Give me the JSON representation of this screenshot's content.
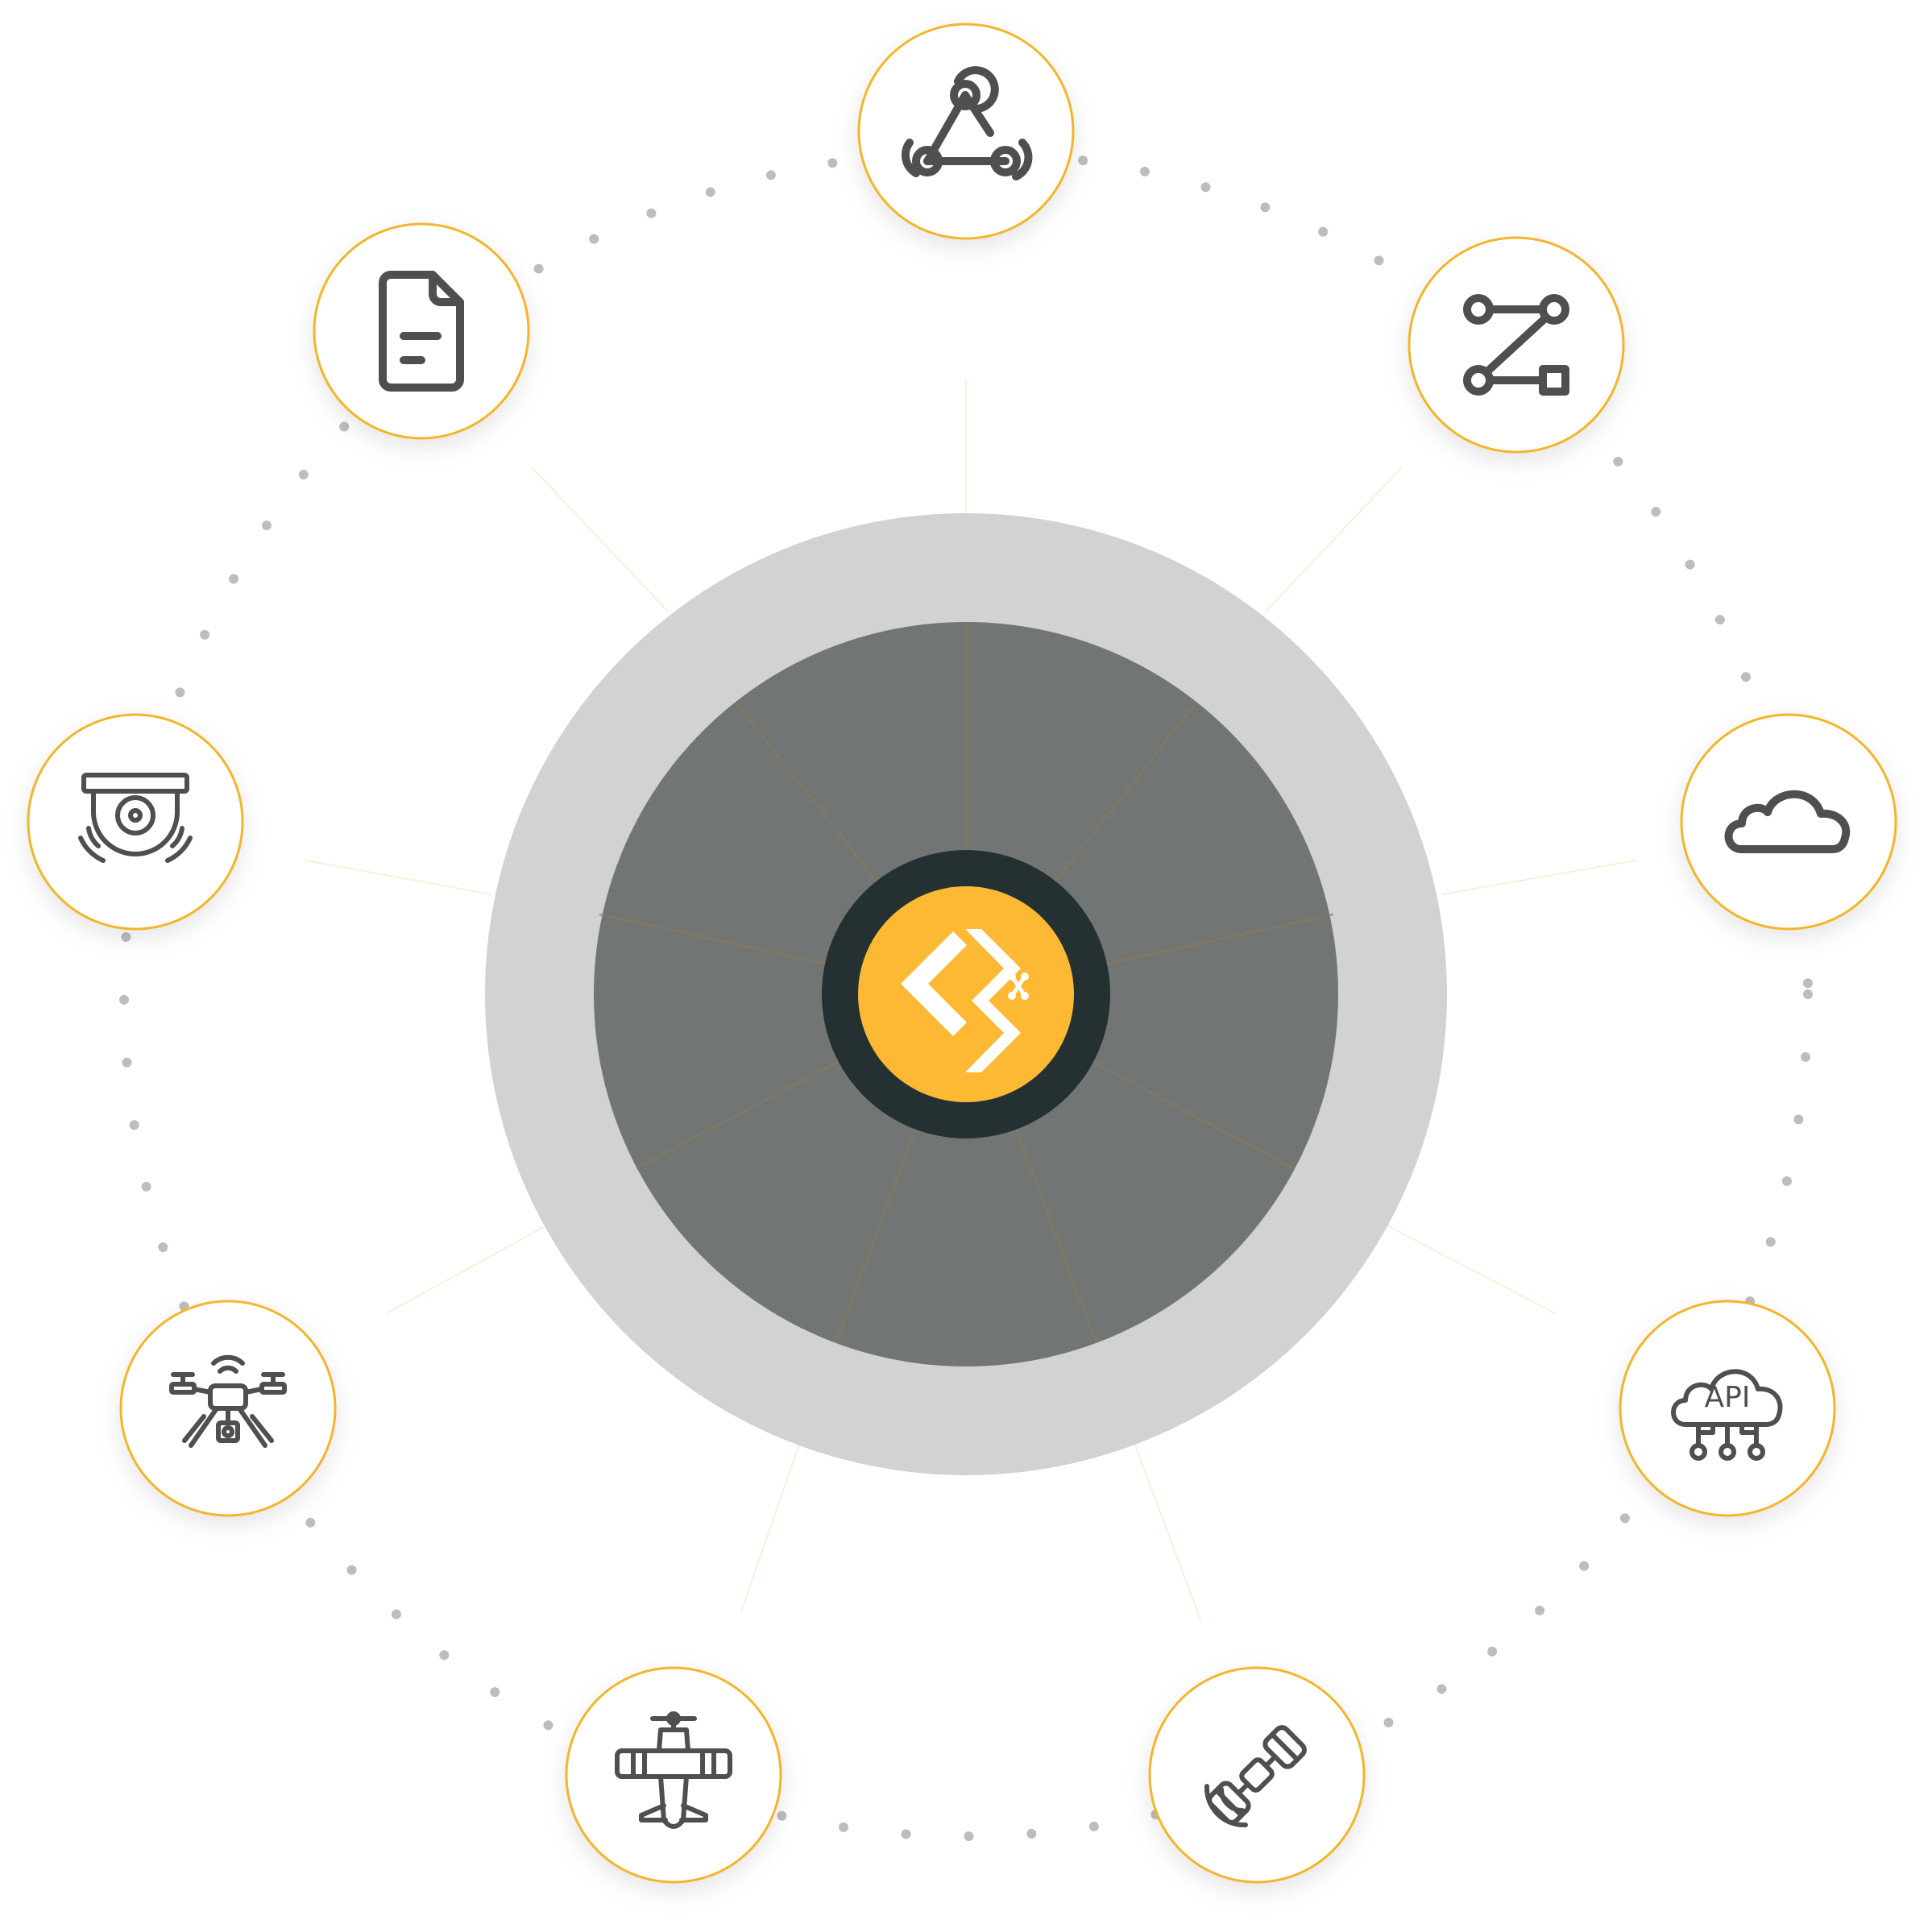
{
  "colors": {
    "accent": "#FDB933",
    "node_border": "#F3B52A",
    "icon_stroke": "#4F4F4F",
    "outer_ring": "#D1D2D1",
    "middle_disc": "#717674",
    "inner_ring": "#243032",
    "dots": "#BDBDBD",
    "spokes": "#8A7A5A"
  },
  "hub": {
    "logo_icon": "connector-logo-icon"
  },
  "nodes": [
    {
      "name": "node-webhook",
      "icon": "webhook-icon"
    },
    {
      "name": "node-workflow",
      "icon": "workflow-icon"
    },
    {
      "name": "node-cloud",
      "icon": "cloud-icon"
    },
    {
      "name": "node-api-cloud",
      "icon": "api-cloud-icon",
      "label": "API"
    },
    {
      "name": "node-satellite",
      "icon": "satellite-icon"
    },
    {
      "name": "node-airplane",
      "icon": "airplane-icon"
    },
    {
      "name": "node-drone",
      "icon": "drone-icon"
    },
    {
      "name": "node-security-camera",
      "icon": "security-camera-icon"
    },
    {
      "name": "node-document",
      "icon": "document-icon"
    }
  ]
}
